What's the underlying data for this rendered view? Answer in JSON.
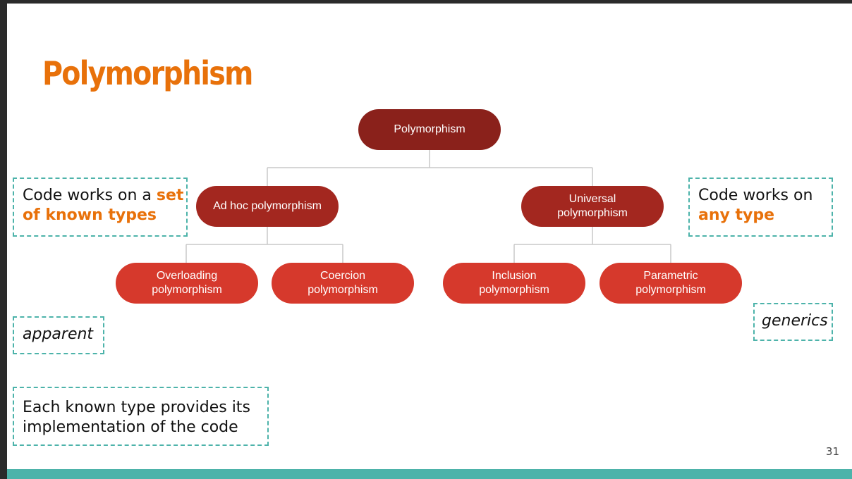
{
  "slide": {
    "title": "Polymorphism",
    "page_number": "31"
  },
  "diagram": {
    "root": "Polymorphism",
    "ad_hoc": "Ad hoc polymorphism",
    "universal": "Universal\npolymorphism",
    "overloading": "Overloading\npolymorphism",
    "coercion": "Coercion\npolymorphism",
    "inclusion": "Inclusion\npolymorphism",
    "parametric": "Parametric\npolymorphism"
  },
  "notes": {
    "ad_hoc_plain": "Code works on a ",
    "ad_hoc_highlight": "set of known types",
    "universal_plain": "Code works on ",
    "universal_highlight": "any type",
    "apparent": "apparent",
    "generics": "generics",
    "implementation": "Each known type provides its implementation of the code"
  },
  "colors": {
    "title": "#e8710a",
    "root_node": "#8a211b",
    "mid_node": "#a3271f",
    "leaf_node": "#d6392c",
    "dashed_border": "#4db3aa",
    "footer_bar": "#4db3aa"
  }
}
